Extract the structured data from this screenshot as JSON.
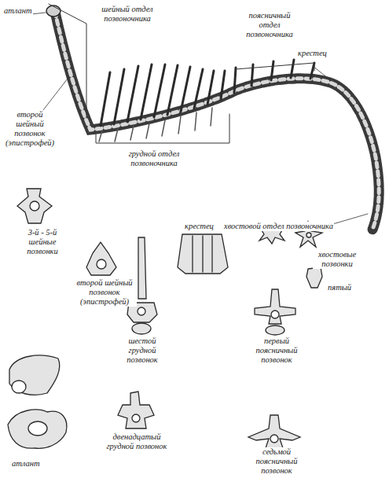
{
  "diagram": {
    "labels": [
      "атлант",
      "шейный отдел позвоночника",
      "поясничный отдел позвоночника",
      "крестец",
      "второй шейный позвонок (эпистрофей)",
      "грудной отдел позвоночника",
      "хвостовой отдел позвоночника",
      "3-й - 5-й шейные позвонки",
      "крестец",
      "хвостовые позвонки",
      "второй шейный позвонок (эпистрофей)",
      "пятый",
      "шестой грудной позвонок",
      "первый поясничный позвонок",
      "атлант",
      "двенадцатый грудной позвонок",
      "седьмой поясничный позвонок"
    ]
  }
}
